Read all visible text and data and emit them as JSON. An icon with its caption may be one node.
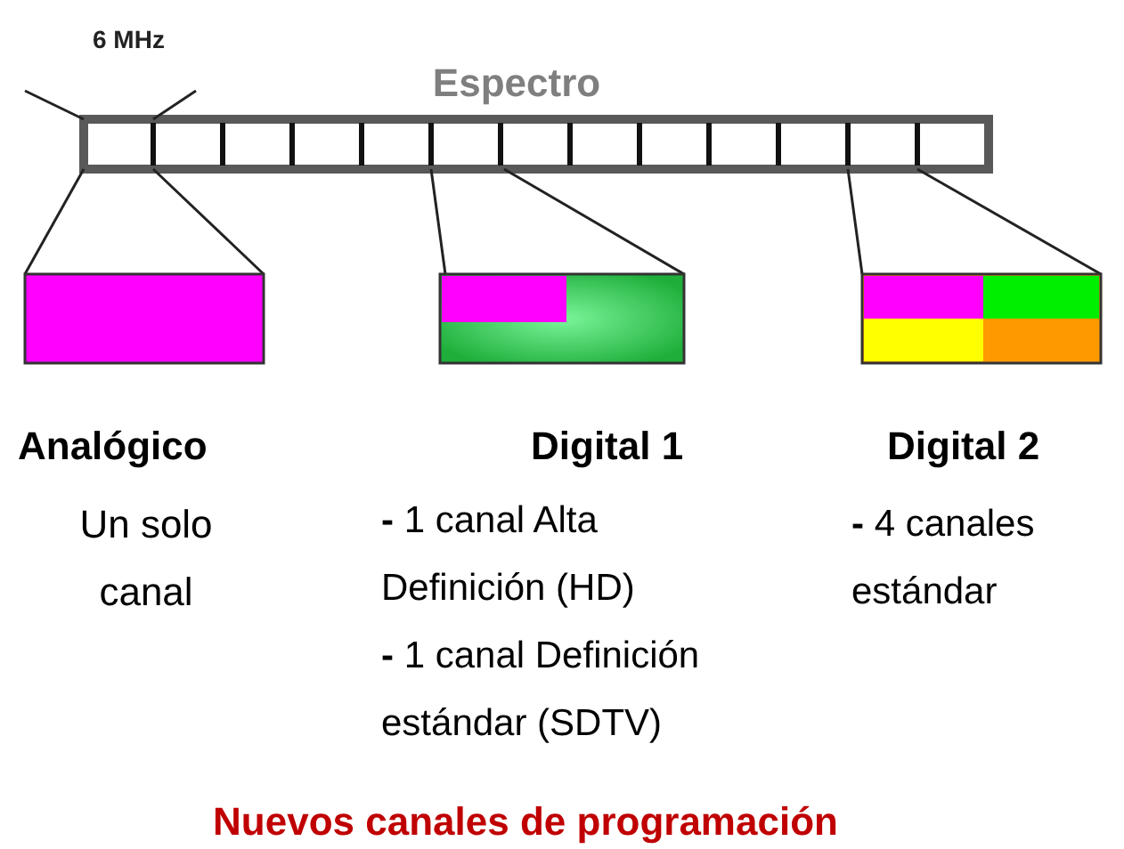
{
  "diagram": {
    "caption": "Nuevos canales de programación",
    "labels": [
      "6 MHz",
      "Espectro",
      "Analógico",
      "Un solo canal",
      "Digital 1",
      "**-** 1 canal Alta Definición (HD)",
      "**-** 1 canal Definición estándar (SDTV)",
      "Digital 2",
      "**-** 4 canales estándar"
    ]
  }
}
